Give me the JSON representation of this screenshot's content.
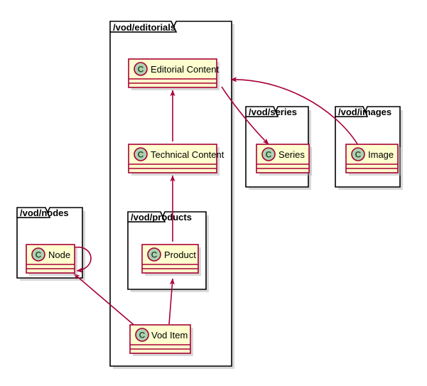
{
  "diagram": {
    "type": "uml-class-diagram",
    "title": "",
    "colors": {
      "class_fill": "#FEFECE",
      "class_border": "#A80036",
      "icon_fill": "#ADD1B2",
      "icon_border": "#A80036",
      "icon_letter_color": "#2F4F2F",
      "package_border": "#000000",
      "package_fill": "#FFFFFF",
      "arrow": "#A80036",
      "shadow": "#AAAAAA",
      "background": "#FFFFFF"
    },
    "packages": [
      {
        "id": "editorials",
        "label": "/vod/editorials"
      },
      {
        "id": "series",
        "label": "/vod/series"
      },
      {
        "id": "images",
        "label": "/vod/images"
      },
      {
        "id": "nodes",
        "label": "/vod/nodes"
      },
      {
        "id": "products",
        "label": "/vod/products"
      }
    ],
    "classes": [
      {
        "id": "editorial-content",
        "name": "Editorial Content",
        "stereotype": "C",
        "package": "editorials"
      },
      {
        "id": "technical-content",
        "name": "Technical Content",
        "stereotype": "C",
        "package": "editorials"
      },
      {
        "id": "product",
        "name": "Product",
        "stereotype": "C",
        "package": "products"
      },
      {
        "id": "vod-item",
        "name": "Vod Item",
        "stereotype": "C",
        "package": "editorials"
      },
      {
        "id": "series",
        "name": "Series",
        "stereotype": "C",
        "package": "series"
      },
      {
        "id": "image",
        "name": "Image",
        "stereotype": "C",
        "package": "images"
      },
      {
        "id": "node",
        "name": "Node",
        "stereotype": "C",
        "package": "nodes"
      }
    ],
    "relations": [
      {
        "id": "rel-tech-editorial",
        "from": "technical-content",
        "to": "editorial-content",
        "style": "arrow"
      },
      {
        "id": "rel-product-tech",
        "from": "product",
        "to": "technical-content",
        "style": "arrow"
      },
      {
        "id": "rel-voditem-product",
        "from": "vod-item",
        "to": "product",
        "style": "arrow"
      },
      {
        "id": "rel-voditem-node",
        "from": "vod-item",
        "to": "node",
        "style": "arrow"
      },
      {
        "id": "rel-editorial-series",
        "from": "editorial-content",
        "to": "series",
        "style": "arrow"
      },
      {
        "id": "rel-image-editorial",
        "from": "image",
        "to": "editorial-content",
        "style": "arrow"
      },
      {
        "id": "rel-node-node",
        "from": "node",
        "to": "node",
        "style": "self-loop"
      }
    ]
  }
}
